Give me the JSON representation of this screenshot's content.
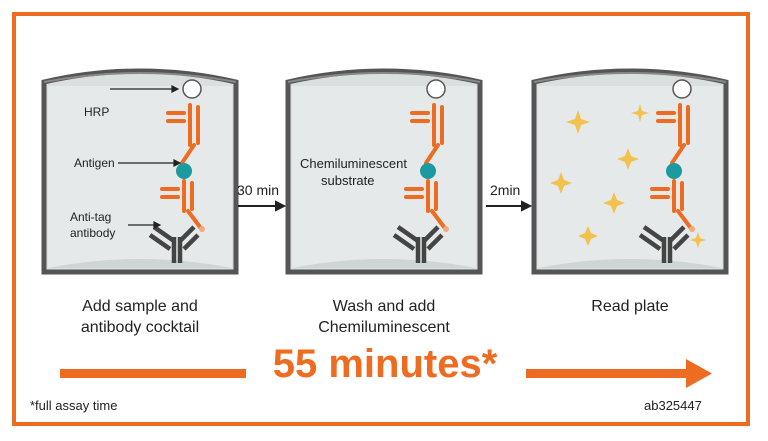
{
  "colors": {
    "accent": "#ee6c21",
    "teal": "#1b9aa0",
    "dark": "#444444",
    "star": "#f2c14e",
    "well": "#dcdfe0"
  },
  "wells": [
    {
      "caption_lines": [
        "Add sample and",
        "antibody cocktail"
      ],
      "labels": {
        "hrp": "HRP",
        "antigen": "Antigen",
        "antitag_line1": "Anti-tag",
        "antitag_line2": "antibody"
      }
    },
    {
      "caption_lines": [
        "Wash and add",
        "Chemiluminescent"
      ],
      "labels": {
        "substrate_line1": "Chemiluminescent",
        "substrate_line2": "substrate"
      }
    },
    {
      "caption_lines": [
        "Read plate"
      ]
    }
  ],
  "steps": [
    {
      "label": "30 min"
    },
    {
      "label": "2min"
    }
  ],
  "banner": {
    "text": "55 minutes*"
  },
  "footnote": "*full assay time",
  "product_code": "ab325447"
}
